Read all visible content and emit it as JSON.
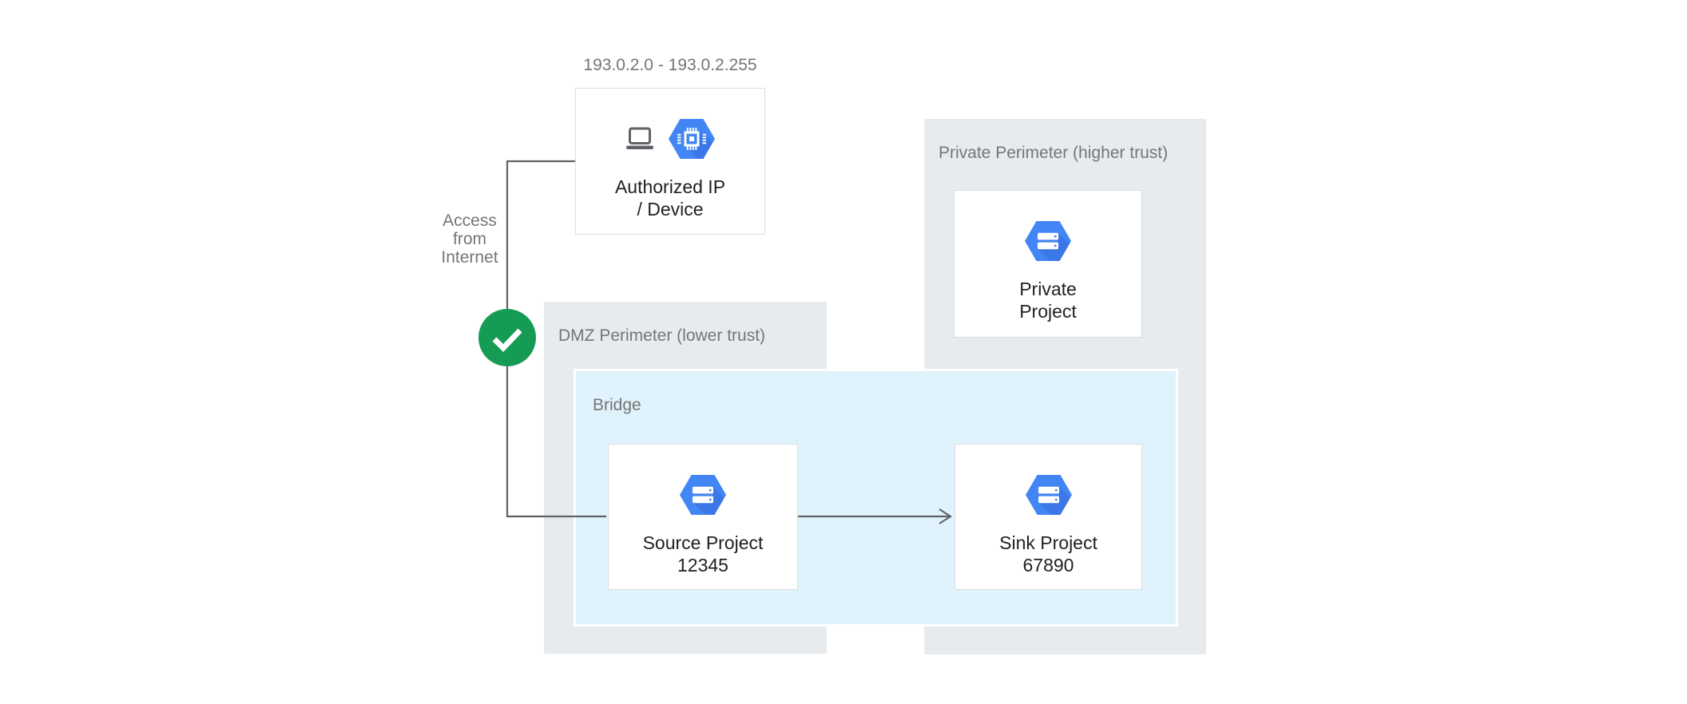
{
  "labels": {
    "ip_range": "193.0.2.0 - 193.0.2.255",
    "access": "Access from Internet",
    "dmz": "DMZ Perimeter (lower trust)",
    "bridge": "Bridge",
    "private_perimeter": "Private Perimeter (higher trust)"
  },
  "nodes": {
    "authorized": {
      "line1": "Authorized IP",
      "line2": "/ Device"
    },
    "source": {
      "line1": "Source Project",
      "line2": "12345"
    },
    "sink": {
      "line1": "Sink Project",
      "line2": "67890"
    },
    "private": {
      "line1": "Private",
      "line2": "Project"
    }
  },
  "icons": {
    "laptop": "laptop-icon",
    "compute_engine": "compute-engine-hexagon-icon",
    "project": "project-hexagon-icon",
    "check": "check-icon",
    "arrow": "arrow-right"
  },
  "colors": {
    "hexagon_blue": "#4285F4",
    "hexagon_shadow": "#3367D6",
    "check_green": "#169B54",
    "perimeter_gray": "#E8EBEE",
    "bridge_blue": "#E0F3FC",
    "line_gray": "#5F6368",
    "box_border": "#DADCE0",
    "label_gray": "#757575",
    "text_dark": "#212121",
    "background": "#FFFFFF"
  }
}
